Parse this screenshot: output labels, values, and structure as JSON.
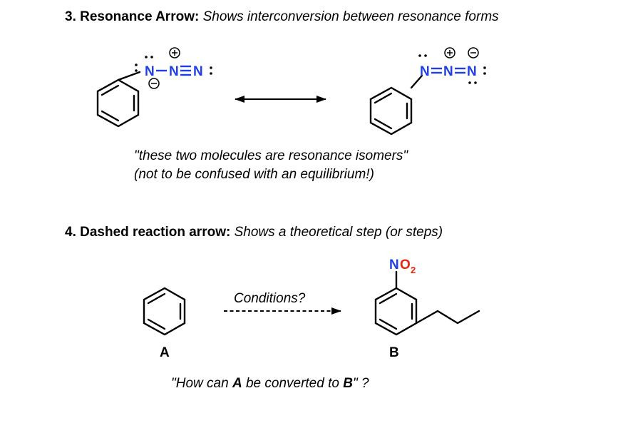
{
  "section3": {
    "number": "3.",
    "title": "Resonance Arrow:",
    "description": "Shows interconversion between resonance forms",
    "quote_line1": "\"these two molecules are resonance isomers\"",
    "quote_line2": "(not to be confused with an equilibrium!)",
    "left_structure": {
      "atoms": [
        "N",
        "N",
        "N"
      ],
      "bonds": [
        "single",
        "triple"
      ],
      "charges": [
        "-",
        "+",
        ""
      ]
    },
    "right_structure": {
      "atoms": [
        "N",
        "N",
        "N"
      ],
      "bonds": [
        "double",
        "double"
      ],
      "charges": [
        "",
        "+",
        "-"
      ]
    }
  },
  "section4": {
    "number": "4.",
    "title": "Dashed reaction arrow:",
    "description": "Shows a theoretical step (or steps)",
    "arrow_label": "Conditions?",
    "compound_a_label": "A",
    "compound_b_label": "B",
    "substituent_atom_n": "N",
    "substituent_atom_o": "O",
    "substituent_subscript": "2",
    "question_pre": "\"How can ",
    "question_a": "A",
    "question_mid": " be converted to ",
    "question_b": "B",
    "question_post": "\" ?"
  },
  "colors": {
    "nitrogen": "#1e3ee6",
    "oxygen": "#e8250f",
    "bond": "#000000"
  }
}
